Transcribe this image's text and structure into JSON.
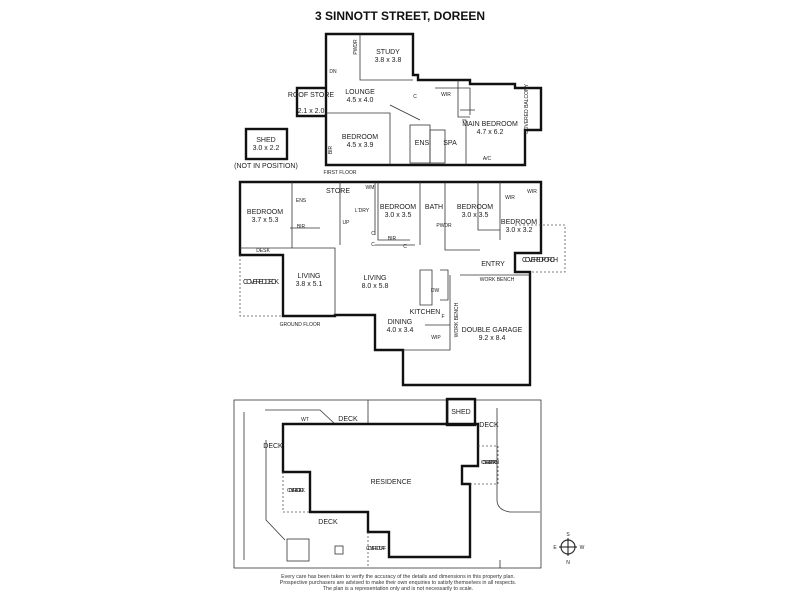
{
  "title": "3 SINNOTT STREET, DOREEN",
  "first_floor": {
    "label": "FIRST FLOOR",
    "rooms": [
      {
        "name": "STUDY",
        "size": "3.8 x 3.8"
      },
      {
        "name": "LOUNGE",
        "size": "4.5 x 4.0"
      },
      {
        "name": "ROOF STORE",
        "size": "2.1 x 2.0"
      },
      {
        "name": "BEDROOM",
        "size": "4.5 x 3.9"
      },
      {
        "name": "MAIN BEDROOM",
        "size": "4.7 x 6.2"
      }
    ],
    "small_labels": [
      "PWDR",
      "DN",
      "WIR",
      "C",
      "ENS",
      "SPA",
      "BIR",
      "A/C",
      "COVERED BALCONY"
    ]
  },
  "shed": {
    "name": "SHED",
    "size": "3.0 x 2.2",
    "note": "(NOT IN POSITION)"
  },
  "ground_floor": {
    "label": "GROUND FLOOR",
    "rooms": [
      {
        "name": "BEDROOM",
        "size": "3.7 x 5.3"
      },
      {
        "name": "LIVING",
        "size": "3.8 x 5.1"
      },
      {
        "name": "LIVING",
        "size": "8.0 x 5.8"
      },
      {
        "name": "DINING",
        "size": "4.0 x 3.4"
      },
      {
        "name": "BEDROOM",
        "size": "3.0 x 3.5"
      },
      {
        "name": "BEDROOM",
        "size": "3.0 x 3.5"
      },
      {
        "name": "BEDROOM",
        "size": "3.0 x 3.2"
      },
      {
        "name": "DOUBLE GARAGE",
        "size": "9.2 x 8.4"
      }
    ],
    "small_labels": [
      "ENS",
      "BIR",
      "STORE",
      "WM",
      "L'DRY",
      "UP",
      "C",
      "C",
      "BIR",
      "C",
      "BATH",
      "PWDR",
      "WIR",
      "WIR",
      "DESK",
      "COVERED DECK",
      "ENTRY",
      "COVERED PORCH",
      "WORK BENCH",
      "KITCHEN",
      "DW",
      "F",
      "WIP",
      "WORK BENCH"
    ]
  },
  "site_plan": {
    "labels": [
      "SHED",
      "DECK",
      "WT",
      "DECK",
      "DECK",
      "COVERED PORCH",
      "RESIDENCE",
      "COVERED DECK",
      "DECK",
      "COVERED TURF"
    ],
    "compass": {
      "n": "N",
      "s": "S",
      "e": "E",
      "w": "W"
    }
  },
  "disclaimer": [
    "Every care has been taken to verify the accuracy of the details and dimensions in this property plan.",
    "Prospective purchasers are advised to make their own enquiries to satisfy themselves in all respects.",
    "The plan is a representation only and is not necessarily to scale."
  ]
}
